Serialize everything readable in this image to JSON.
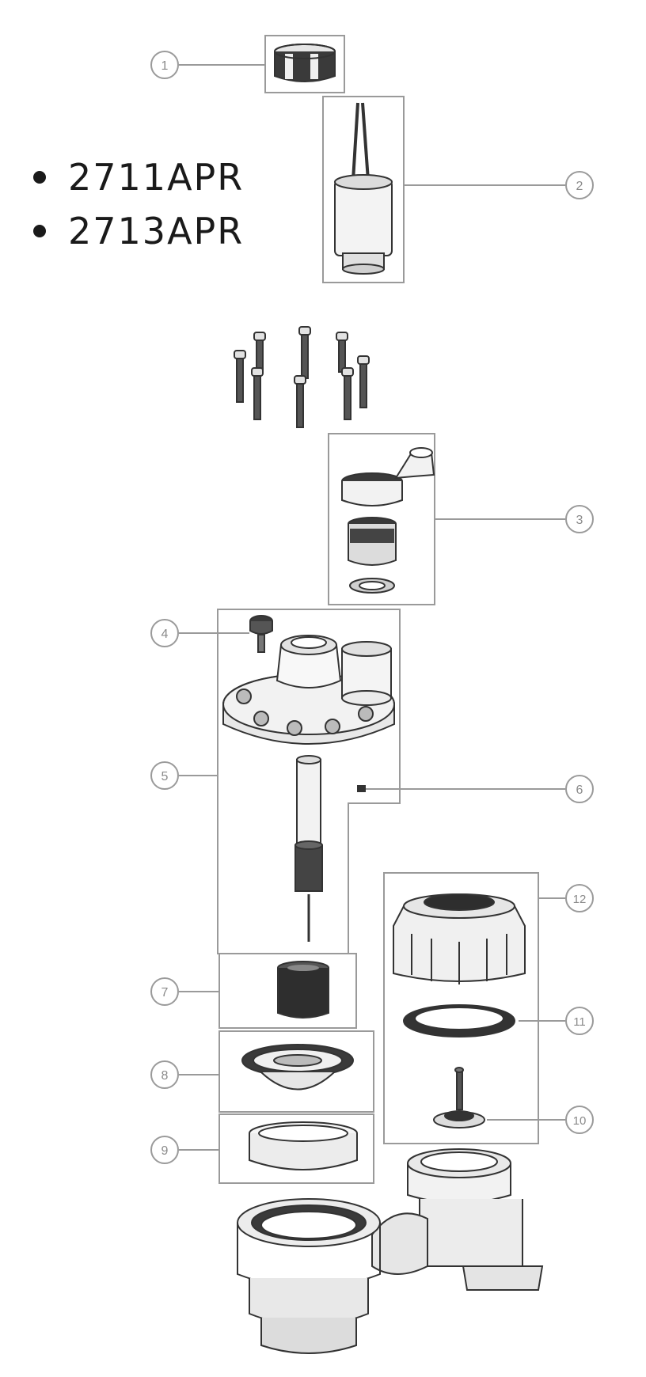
{
  "models": [
    "2711APR",
    "2713APR"
  ],
  "callouts": [
    "1",
    "2",
    "3",
    "4",
    "5",
    "6",
    "7",
    "8",
    "9",
    "10",
    "11",
    "12"
  ],
  "colors": {
    "line": "#9a9a9a",
    "part_fill": "#f2f2f2",
    "part_stroke": "#333333",
    "dark": "#2b2b2b",
    "text": "#1a1a1a"
  }
}
